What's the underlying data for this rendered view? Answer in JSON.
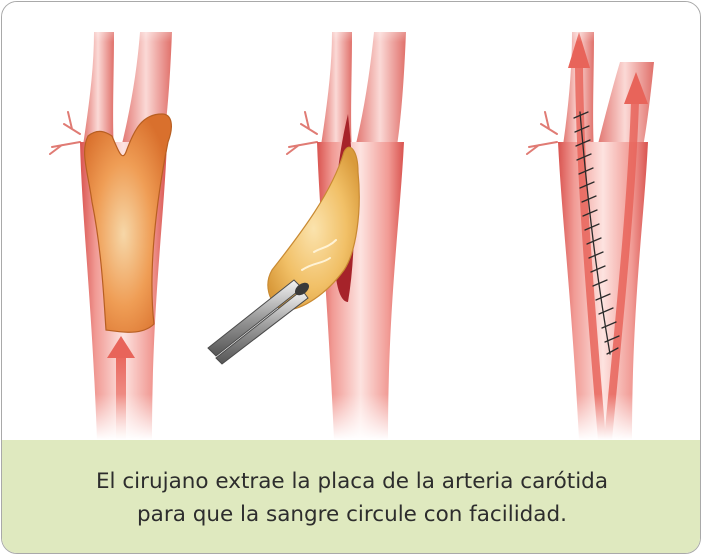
{
  "caption": {
    "line1": "El cirujano extrae la placa de la arteria carótida",
    "line2": "para que la sangre circule con facilidad."
  },
  "colors": {
    "artery_light": "#fbd9d6",
    "artery_mid": "#f19b95",
    "artery_dark": "#d9534f",
    "plaque_orange": "#ea8a40",
    "plaque_yellow": "#f3c266",
    "arrow_red": "#e8645a",
    "caption_bg": "#dfe9bf",
    "border": "#a9a9a9"
  },
  "panels": [
    {
      "name": "plaque-filled-artery",
      "icon": "upward-arrow"
    },
    {
      "name": "plaque-removal",
      "icon": "forceps"
    },
    {
      "name": "sutured-artery",
      "icon": "upward-arrows"
    }
  ]
}
